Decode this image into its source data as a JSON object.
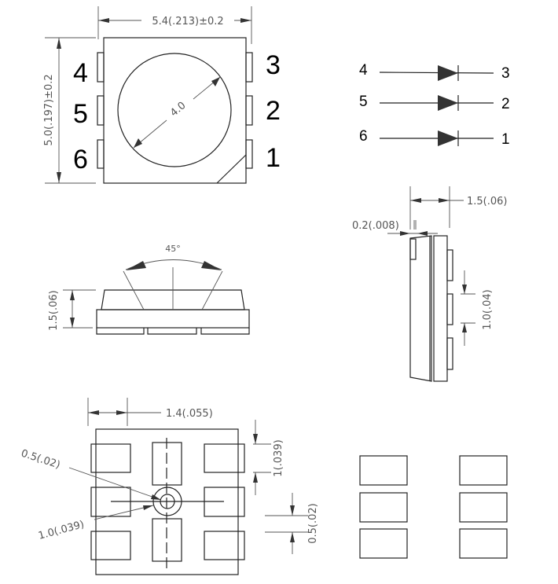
{
  "top_view": {
    "width_dim": "5.4(.213)±0.2",
    "height_dim": "5.0(.197)±0.2",
    "lens_dim": "4.0",
    "pins_left": [
      "4",
      "5",
      "6"
    ],
    "pins_right": [
      "3",
      "2",
      "1"
    ]
  },
  "schematic": {
    "rows": [
      {
        "from": "4",
        "to": "3"
      },
      {
        "from": "5",
        "to": "2"
      },
      {
        "from": "6",
        "to": "1"
      }
    ]
  },
  "side_view": {
    "angle": "45°",
    "height_dim": "1.5(.06)"
  },
  "end_view": {
    "width_dim": "1.5(.06)",
    "lip_dim": "0.2(.008)",
    "pitch_dim": "1.0(.04)"
  },
  "bottom_view": {
    "pad_width_dim": "1.4(.055)",
    "pad_height_dim": "1(.039)",
    "gap_dim": "0.5(.02)",
    "inner_circle_dim": "0.5(.02)",
    "outer_circle_dim": "1.0(.039)"
  }
}
